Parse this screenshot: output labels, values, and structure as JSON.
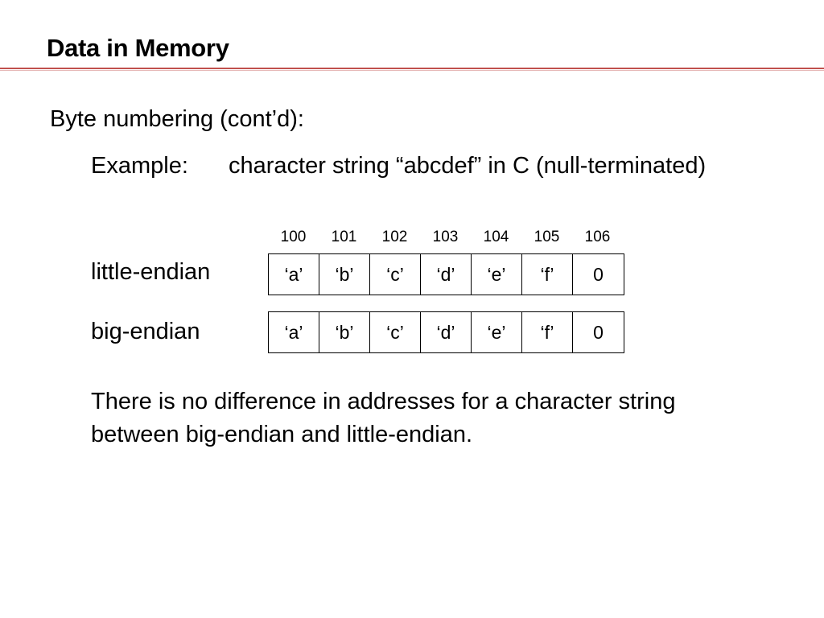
{
  "slide": {
    "title": "Data in Memory",
    "heading": "Byte numbering (cont’d):",
    "example_label": "Example:",
    "example_text": "character string “abcdef” in C (null-terminated)",
    "addresses": [
      "100",
      "101",
      "102",
      "103",
      "104",
      "105",
      "106"
    ],
    "little_endian": {
      "label": "little-endian",
      "bytes": [
        "‘a’",
        "‘b’",
        "‘c’",
        "‘d’",
        "‘e’",
        "‘f’",
        "0"
      ]
    },
    "big_endian": {
      "label": "big-endian",
      "bytes": [
        "‘a’",
        "‘b’",
        "‘c’",
        "‘d’",
        "‘e’",
        "‘f’",
        "0"
      ]
    },
    "note_line1": "There is no difference in addresses for a character string",
    "note_line2": "between big-endian and little-endian."
  },
  "colors": {
    "title_rule": "#c0504d",
    "title_rule_light": "#e6b9b8"
  }
}
